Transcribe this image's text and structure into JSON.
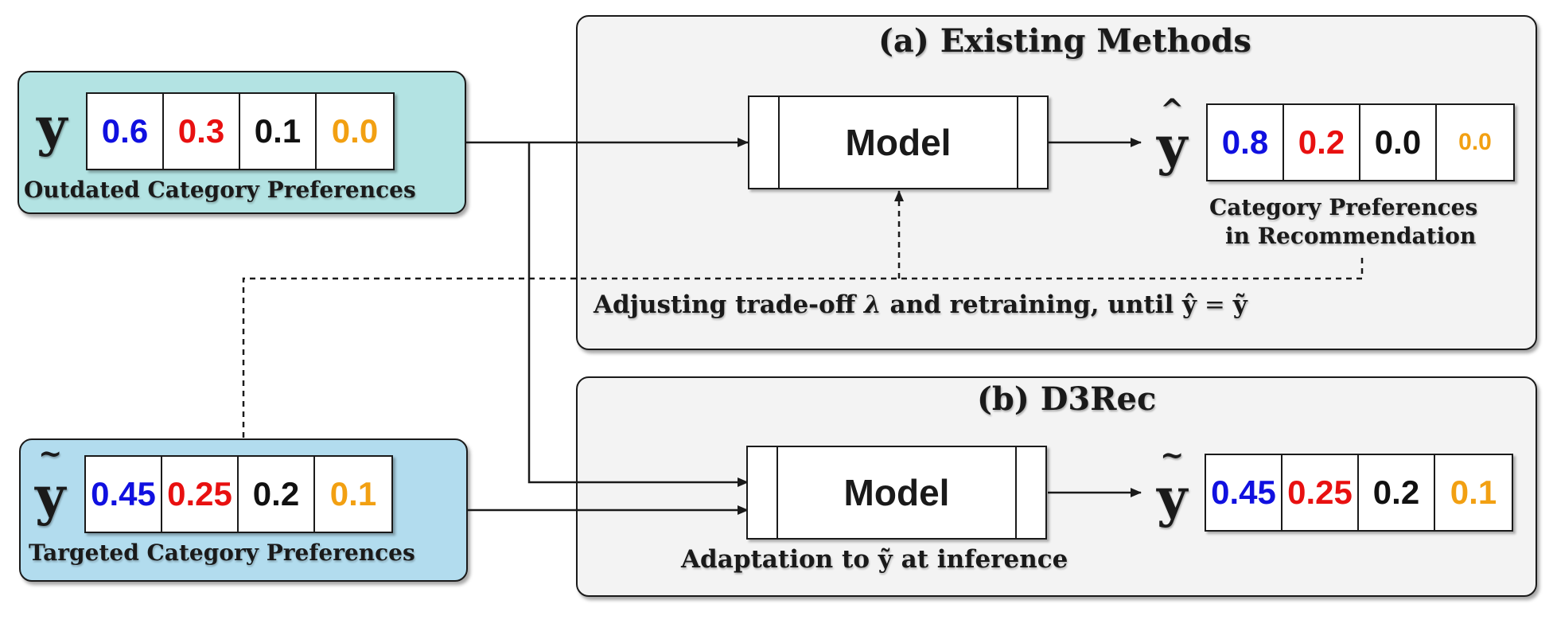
{
  "panel_a": {
    "title": "(a) Existing Methods",
    "model_label": "Model",
    "output_symbol": "y",
    "output_accent": "^",
    "output_values": [
      "0.8",
      "0.2",
      "0.0",
      "0.0"
    ],
    "output_caption_line1": "Category Preferences",
    "output_caption_line2": "in Recommendation",
    "loop_caption_prefix": "Adjusting trade-off ",
    "loop_caption_lambda": "λ",
    "loop_caption_mid": " and retraining, until ",
    "loop_caption_eq_lhs": "ŷ",
    "loop_caption_eq": " = ",
    "loop_caption_eq_rhs": "ỹ"
  },
  "panel_b": {
    "title": "(b) D3Rec",
    "model_label": "Model",
    "output_symbol": "y",
    "output_accent": "~",
    "output_values": [
      "0.45",
      "0.25",
      "0.2",
      "0.1"
    ],
    "caption_prefix": "Adaptation to ",
    "caption_symbol": "ỹ",
    "caption_suffix": " at inference"
  },
  "input_outdated": {
    "symbol": "y",
    "values": [
      "0.6",
      "0.3",
      "0.1",
      "0.0"
    ],
    "caption": "Outdated Category Preferences"
  },
  "input_targeted": {
    "symbol": "y",
    "accent": "~",
    "values": [
      "0.45",
      "0.25",
      "0.2",
      "0.1"
    ],
    "caption": "Targeted Category Preferences"
  },
  "colors": {
    "value_1": "#1010e0",
    "value_2": "#e81010",
    "value_3": "#111111",
    "value_4": "#f2a012",
    "outdated_bg": "#b3e3e3",
    "targeted_bg": "#b2dcee",
    "panel_bg": "#f3f3f3"
  }
}
